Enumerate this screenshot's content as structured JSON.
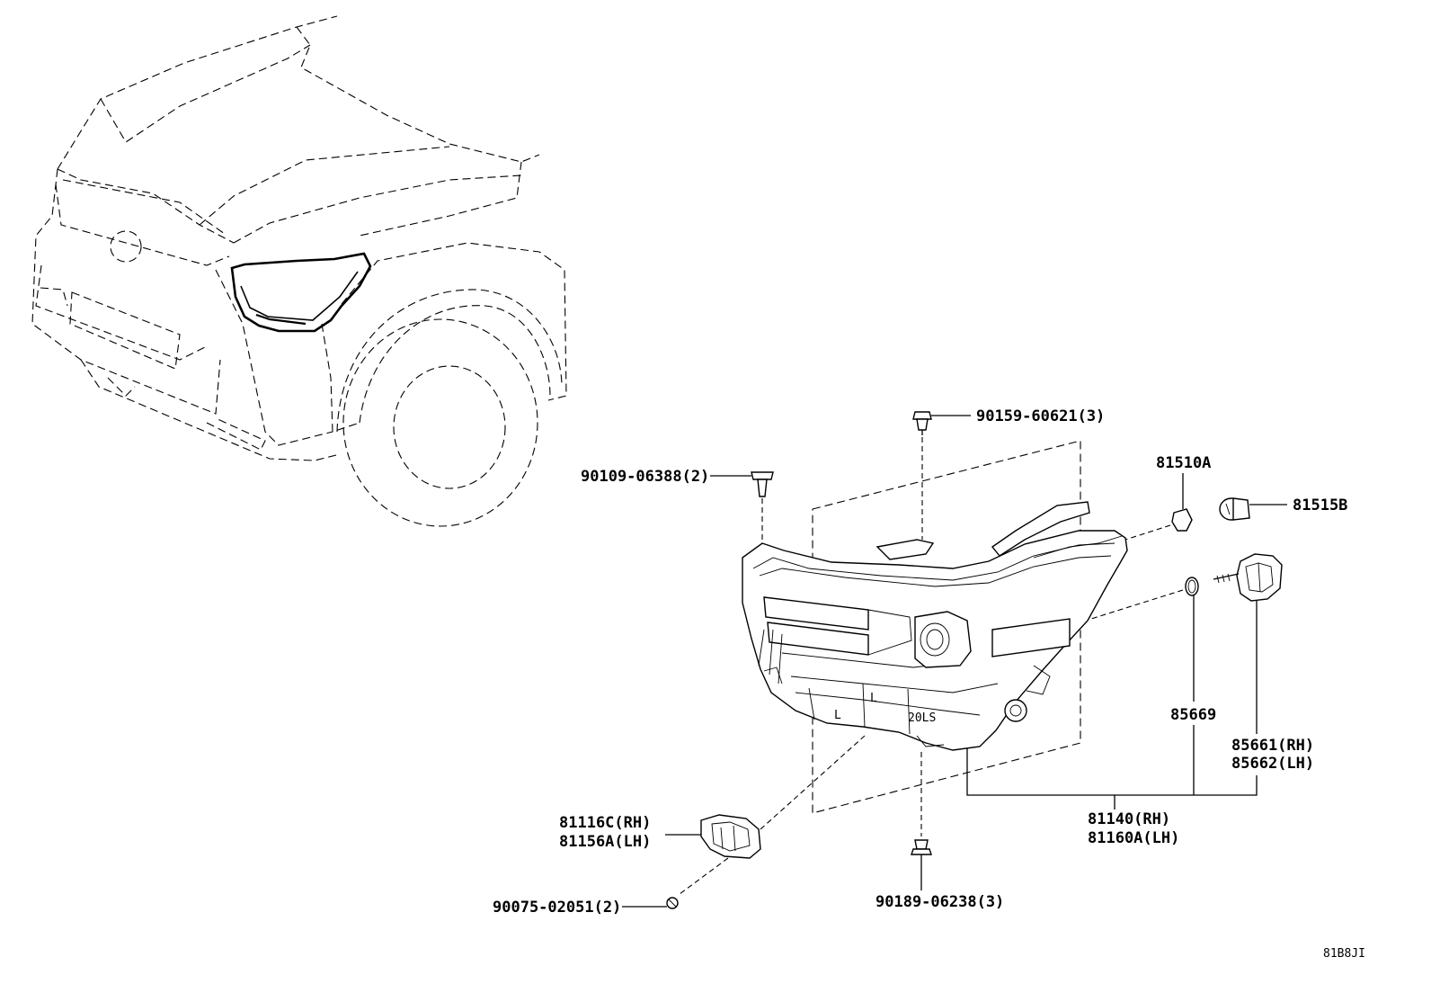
{
  "parts": {
    "bolt_top": "90159-60621(3)",
    "bolt_left": "90109-06388(2)",
    "bulb_a": "81510A",
    "socket_b": "81515B",
    "gasket": "85669",
    "ballast_rh": "85661(RH)",
    "ballast_lh": "85662(LH)",
    "assy_rh": "81140(RH)",
    "assy_lh": "81160A(LH)",
    "bracket_rh": "81116C(RH)",
    "bracket_lh": "81156A(LH)",
    "screw_bottom_left": "90075-02051(2)",
    "bolt_bottom": "90189-06238(3)"
  },
  "diagram_code": "81B8JI",
  "housing_marks": {
    "left_l": "L",
    "mid_l": "L",
    "stamp": "20LS"
  }
}
